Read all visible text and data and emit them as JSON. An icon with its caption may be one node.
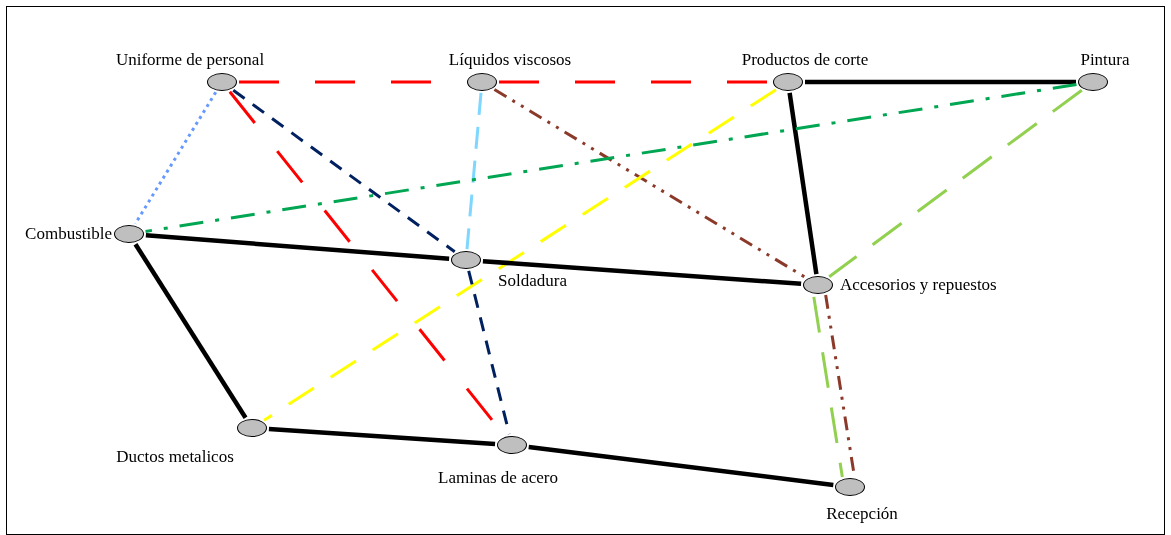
{
  "diagram": {
    "nodes": [
      {
        "text": [],
        "shape": "circle",
        "beside": [
          "Uniforme de personal"
        ]
      },
      {
        "text": [],
        "shape": "circle",
        "beside": [
          "Líquidos viscosos"
        ]
      },
      {
        "text": [],
        "shape": "circle",
        "beside": [
          "Productos de corte"
        ]
      },
      {
        "text": [],
        "shape": "circle",
        "beside": [
          "Pintura"
        ]
      },
      {
        "text": [],
        "shape": "circle",
        "beside": [
          "Combustible"
        ]
      },
      {
        "text": [],
        "shape": "circle",
        "beside": [
          "Soldadura"
        ]
      },
      {
        "text": [],
        "shape": "circle",
        "beside": [
          "Accesorios y repuestos"
        ]
      },
      {
        "text": [],
        "shape": "circle",
        "beside": [
          "Ductos metalicos"
        ]
      },
      {
        "text": [],
        "shape": "circle",
        "beside": [
          "Laminas de acero"
        ]
      },
      {
        "text": [],
        "shape": "circle",
        "beside": [
          "Recepción"
        ]
      }
    ],
    "edges": [
      {
        "from": 0,
        "to": 1,
        "arrow": "none",
        "style": "dashed",
        "color": "#ff0000"
      },
      {
        "from": 1,
        "to": 2,
        "arrow": "none",
        "style": "dashed",
        "color": "#ff0000"
      },
      {
        "from": 2,
        "to": 3,
        "arrow": "none"
      },
      {
        "from": 0,
        "to": 4,
        "arrow": "none",
        "style": "dashed",
        "color": "#6699ff"
      },
      {
        "from": 0,
        "to": 8,
        "arrow": "none",
        "style": "dashed",
        "color": "#ff0000"
      },
      {
        "from": 0,
        "to": 5,
        "arrow": "none",
        "style": "dashed",
        "color": "#002060"
      },
      {
        "from": 1,
        "to": 5,
        "arrow": "none",
        "style": "dashed",
        "color": "#7fd7ff"
      },
      {
        "from": 1,
        "to": 6,
        "arrow": "none",
        "style": "dashed",
        "color": "#8b3a2a"
      },
      {
        "from": 2,
        "to": 7,
        "arrow": "none",
        "style": "dashed",
        "color": "#ffff00"
      },
      {
        "from": 2,
        "to": 6,
        "arrow": "none"
      },
      {
        "from": 3,
        "to": 4,
        "arrow": "none",
        "style": "dashed",
        "color": "#00a651"
      },
      {
        "from": 3,
        "to": 6,
        "arrow": "none",
        "style": "dashed",
        "color": "#92d050"
      },
      {
        "from": 4,
        "to": 5,
        "arrow": "none"
      },
      {
        "from": 5,
        "to": 6,
        "arrow": "none"
      },
      {
        "from": 4,
        "to": 7,
        "arrow": "none"
      },
      {
        "from": 5,
        "to": 8,
        "arrow": "none",
        "style": "dashed",
        "color": "#002060"
      },
      {
        "from": 6,
        "to": 9,
        "arrow": "none",
        "style": "dashed",
        "color": "#8b3a2a"
      },
      {
        "from": 6,
        "to": 9,
        "arrow": "none",
        "style": "dashed",
        "color": "#92d050"
      },
      {
        "from": 7,
        "to": 8,
        "arrow": "none"
      },
      {
        "from": 8,
        "to": 9,
        "arrow": "none"
      }
    ]
  }
}
